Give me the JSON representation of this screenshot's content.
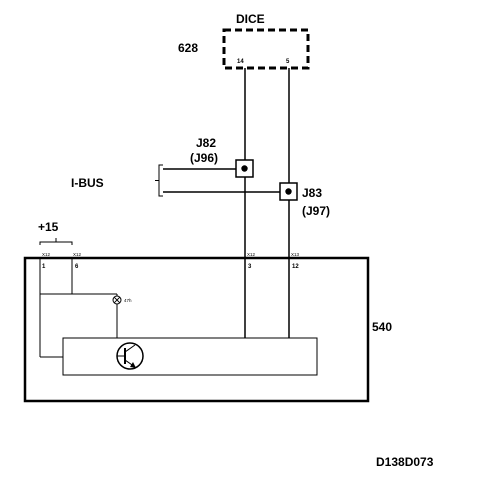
{
  "dice": {
    "title": "DICE",
    "ref": "628",
    "pin_left": "14",
    "pin_right": "5"
  },
  "j82": {
    "label": "J82",
    "alt": "(J96)"
  },
  "j83": {
    "label": "J83",
    "alt": "(J97)"
  },
  "ibus": {
    "label": "I-BUS"
  },
  "supply": {
    "label": "+15"
  },
  "module": {
    "ref": "540",
    "pins": [
      "1",
      "6",
      "3",
      "12"
    ],
    "connectors": [
      "X12",
      "X12",
      "X12",
      "X13"
    ],
    "lamp_label": "47h"
  },
  "figure_code": "D138D073"
}
